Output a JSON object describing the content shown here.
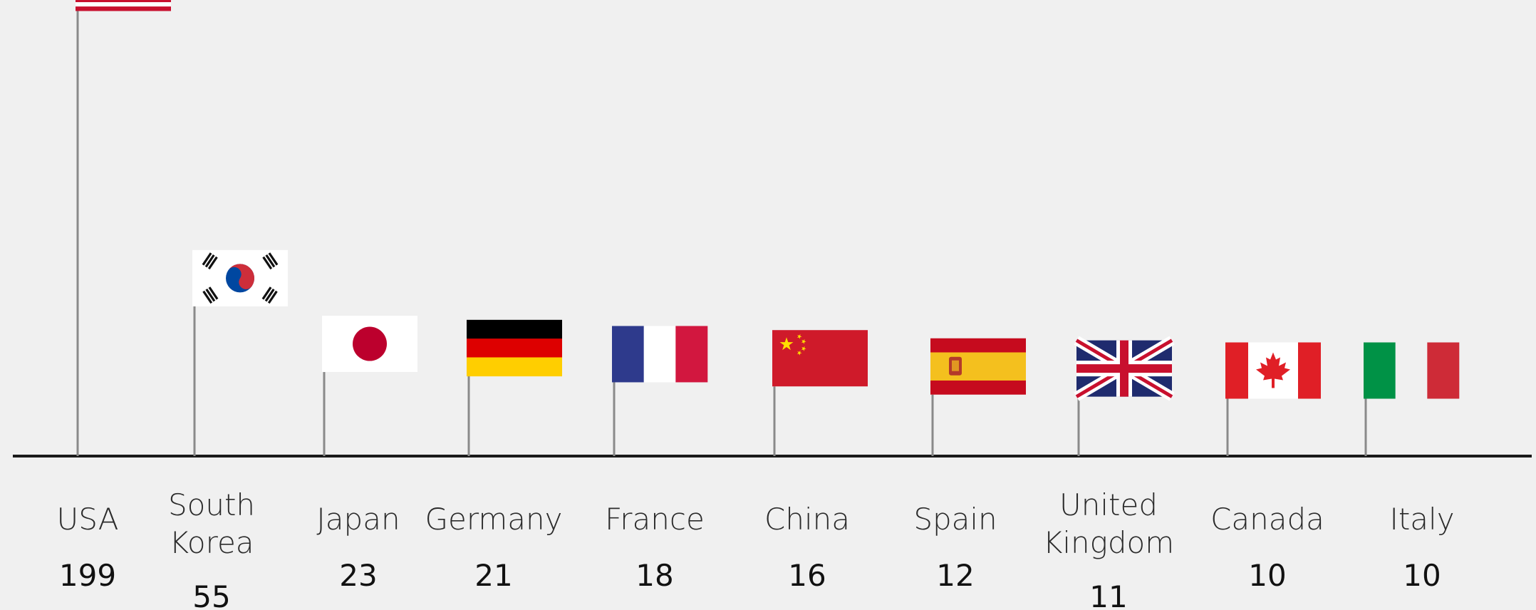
{
  "chart_data": {
    "type": "bar",
    "categories": [
      "USA",
      "South Korea",
      "Japan",
      "Germany",
      "France",
      "China",
      "Spain",
      "United Kingdom",
      "Canada",
      "Italy"
    ],
    "values": [
      199,
      55,
      23,
      21,
      18,
      16,
      12,
      11,
      10,
      10
    ],
    "flags": [
      "usa-flag",
      "south-korea-flag",
      "japan-flag",
      "germany-flag",
      "france-flag",
      "china-flag",
      "spain-flag",
      "united-kingdom-flag",
      "canada-flag",
      "italy-flag"
    ],
    "title": "",
    "xlabel": "",
    "ylabel": "",
    "grid": false,
    "baseline_color": "#1a1a1a",
    "pole_color": "#8a8a8a"
  }
}
